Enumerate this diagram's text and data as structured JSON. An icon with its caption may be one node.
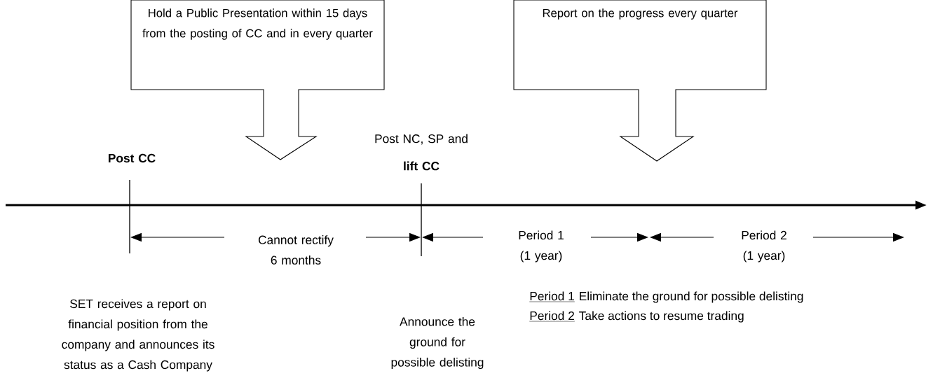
{
  "diagram": {
    "nodes": [
      {
        "text": [
          "Hold a Public Presentation within 15 days from the posting of CC and in every quarter"
        ]
      },
      {
        "text": [
          "Report on the progress every quarter"
        ]
      }
    ],
    "labels": [
      "Post NC, SP and",
      "Post CC",
      "lift CC",
      "Cannot rectify 6 months",
      "Period 1 (1 year)",
      "Period 2 (1 year)",
      "SET receives a report on financial position from the company and announces its status as a Cash Company",
      "Announce the ground for possible delisting",
      "Period 1",
      "Eliminate the ground for possible delisting",
      "Period 2",
      "Take actions to resume trading"
    ]
  }
}
